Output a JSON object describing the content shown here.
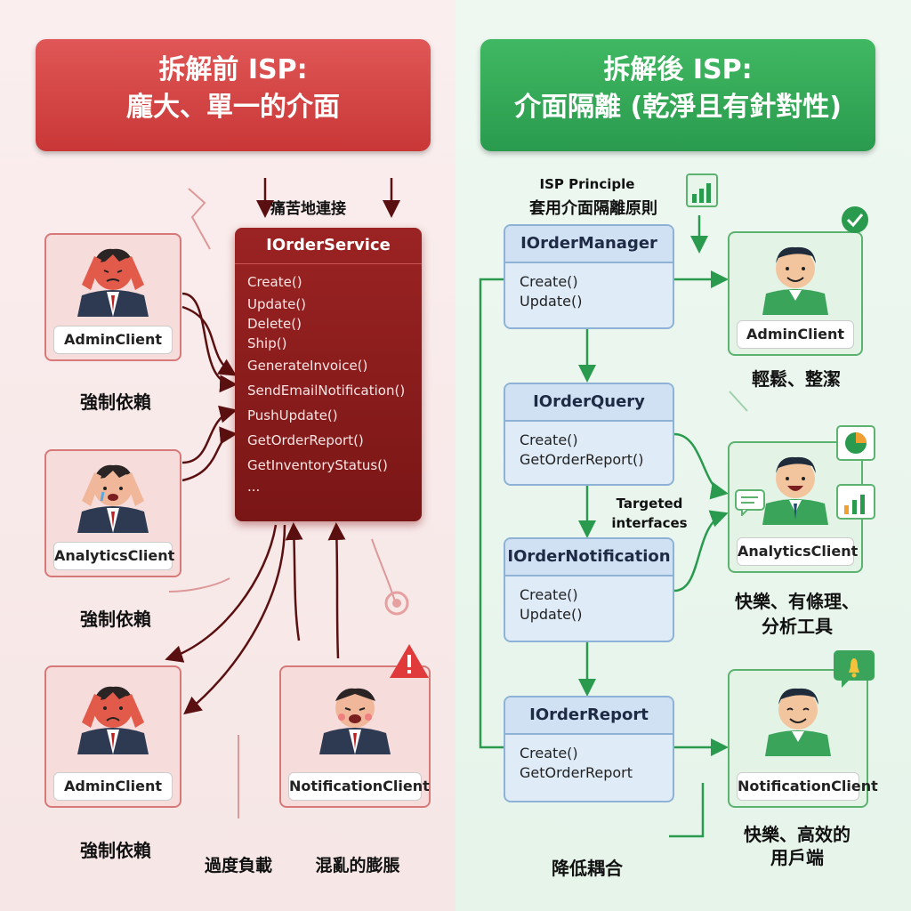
{
  "left": {
    "title_line1": "拆解前 ISP:",
    "title_line2": "龐大、單一的介面",
    "painful_label": "痛苦地連接",
    "interface": {
      "name": "IOrderService",
      "methods": [
        "Create()",
        "Update()",
        "Delete()",
        "Ship()",
        "GenerateInvoice()",
        "SendEmailNotification()",
        "PushUpdate()",
        "GetOrderReport()",
        "GetInventoryStatus()",
        "..."
      ]
    },
    "clients": [
      "AdminClient",
      "AnalyticsClient",
      "AdminClient",
      "NotificationClient"
    ],
    "forced_dep_1": "強制依賴",
    "forced_dep_2": "強制依賴",
    "forced_dep_3": "強制依賴",
    "overload": "過度負載",
    "bloat": "混亂的膨脹"
  },
  "right": {
    "title_line1": "拆解後 ISP:",
    "title_line2": "介面隔離 (乾淨且有針對性)",
    "principle_en": "ISP Principle",
    "principle_zh": "套用介面隔離原則",
    "targeted": "Targeted\ninterfaces",
    "interfaces": [
      {
        "name": "IOrderManager",
        "methods": [
          "Create()",
          "Update()"
        ]
      },
      {
        "name": "IOrderQuery",
        "methods": [
          "Create()",
          "GetOrderReport()"
        ]
      },
      {
        "name": "IOrderNotification",
        "methods": [
          "Create()",
          "Update()"
        ]
      },
      {
        "name": "IOrderReport",
        "methods": [
          "Create()",
          "GetOrderReport"
        ]
      }
    ],
    "clients": [
      "AdminClient",
      "AnalyticsClient",
      "NotificationClient"
    ],
    "cap_admin": "輕鬆、整潔",
    "cap_analytics_1": "快樂、有條理、",
    "cap_analytics_2": "分析工具",
    "cap_notif_1": "快樂、高效的",
    "cap_notif_2": "用戶端",
    "decouple": "降低耦合"
  },
  "colors": {
    "red_accent": "#c93737",
    "green_accent": "#2a9b4e",
    "blue_iface": "#8db2d6"
  }
}
